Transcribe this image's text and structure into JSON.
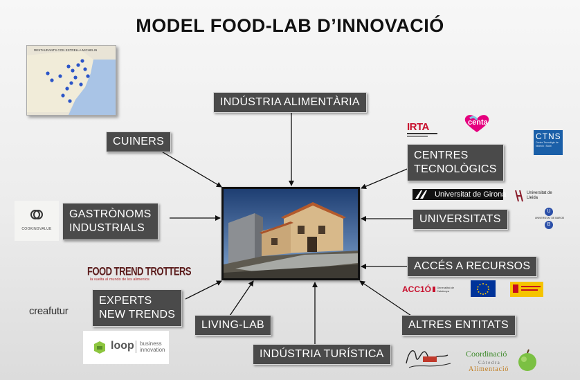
{
  "title": "MODEL FOOD-LAB D’INNOVACIÓ",
  "boxes": {
    "industria_alimentaria": "INDÚSTRIA ALIMENTÀRIA",
    "cuiners": "CUINERS",
    "centres_line1": "CENTRES",
    "centres_line2": "TECNOLÒGICS",
    "gastronoms_line1": "GASTRÒNOMS",
    "gastronoms_line2": "INDUSTRIALS",
    "universitats": "UNIVERSITATS",
    "acces_recursos": "ACCÉS A RECURSOS",
    "experts_line1": "EXPERTS",
    "experts_line2": "NEW TRENDS",
    "living_lab": "LIVING-LAB",
    "altres_entitats": "ALTRES ENTITATS",
    "industria_turistica": "INDÚSTRIA TURÍSTICA"
  },
  "logos": {
    "map_header": "RESTAURANTS CON ESTRELLA MICHELIN",
    "irta": "IRTA",
    "centa": "centa",
    "ctns": "CTNS",
    "ctns_sub": "Centre Tecnològic de Nutrició i Salut",
    "udg": "Universitat de Girona",
    "udl": "Universitat de Lleida",
    "ub": "UNIVERSITAT DE BARCELONA",
    "cookingvalue": "COOKINGVALUE",
    "foodtrend": "FOOD TREND TROTTERS",
    "foodtrend_sub": "la vuelta al mundo de los alimentos",
    "creafutur": "creafutur",
    "loop": "loop",
    "loop_sub1": "business",
    "loop_sub2": "innovation",
    "accio": "ACC1Ó",
    "accio_sub": "Generalitat de Catalunya",
    "coordinacio_line1": "Coordinació",
    "coordinacio_line2": "Càtedra",
    "coordinacio_line3": "Alimentació"
  },
  "colors": {
    "box_bg": "#4a4a4a",
    "irta_red": "#c8102e",
    "centa_pink": "#e5007e",
    "ctns_blue": "#1a5fa8",
    "eu_blue": "#003399",
    "spain_yellow": "#f5c400",
    "apple_green": "#7bc043"
  }
}
